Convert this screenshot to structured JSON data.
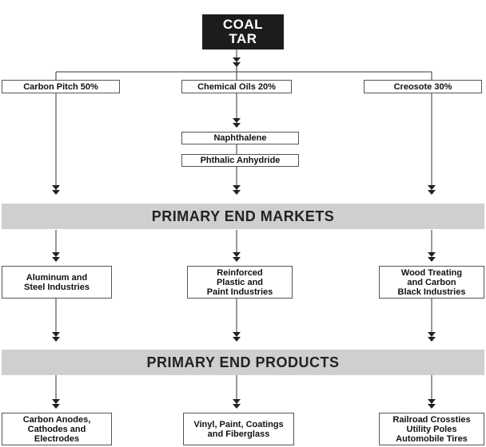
{
  "diagram": {
    "source": "COAL\nTAR",
    "fractions": [
      {
        "label": "Carbon Pitch 50%"
      },
      {
        "label": "Chemical Oils 20%"
      },
      {
        "label": "Creosote 30%"
      }
    ],
    "intermediates": [
      "Naphthalene",
      "Phthalic Anhydride"
    ],
    "banner_markets": "PRIMARY END MARKETS",
    "markets": [
      "Aluminum and\nSteel Industries",
      "Reinforced\nPlastic and\nPaint Industries",
      "Wood Treating\nand Carbon\nBlack Industries"
    ],
    "banner_products": "PRIMARY END PRODUCTS",
    "products": [
      "Carbon Anodes,\nCathodes and\nElectrodes",
      "Vinyl, Paint, Coatings\nand Fiberglass",
      "Railroad Crossties\nUtility Poles\nAutomobile Tires"
    ]
  }
}
